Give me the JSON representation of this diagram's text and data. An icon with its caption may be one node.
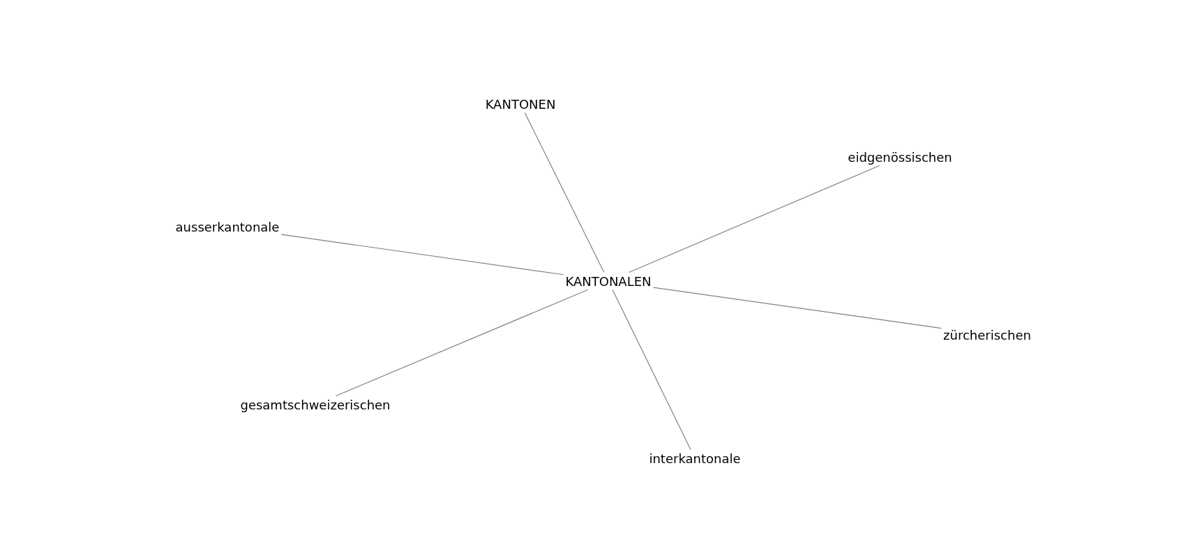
{
  "diagram": {
    "nodes": [
      {
        "text": [
          "KANTONEN"
        ]
      },
      {
        "text": [
          "eidgenössischen"
        ]
      },
      {
        "text": [
          "ausserkantonale"
        ]
      },
      {
        "text": [
          "KANTONALEN"
        ]
      },
      {
        "text": [
          "zürcherischen"
        ]
      },
      {
        "text": [
          "gesamtschweizerischen"
        ]
      },
      {
        "text": [
          "interkantonale"
        ]
      }
    ],
    "edges": [
      {
        "from": 3,
        "to": 0,
        "arrow": "none"
      },
      {
        "from": 3,
        "to": 1,
        "arrow": "none"
      },
      {
        "from": 3,
        "to": 2,
        "arrow": "none"
      },
      {
        "from": 3,
        "to": 4,
        "arrow": "none"
      },
      {
        "from": 3,
        "to": 5,
        "arrow": "none"
      },
      {
        "from": 3,
        "to": 6,
        "arrow": "none"
      }
    ]
  }
}
